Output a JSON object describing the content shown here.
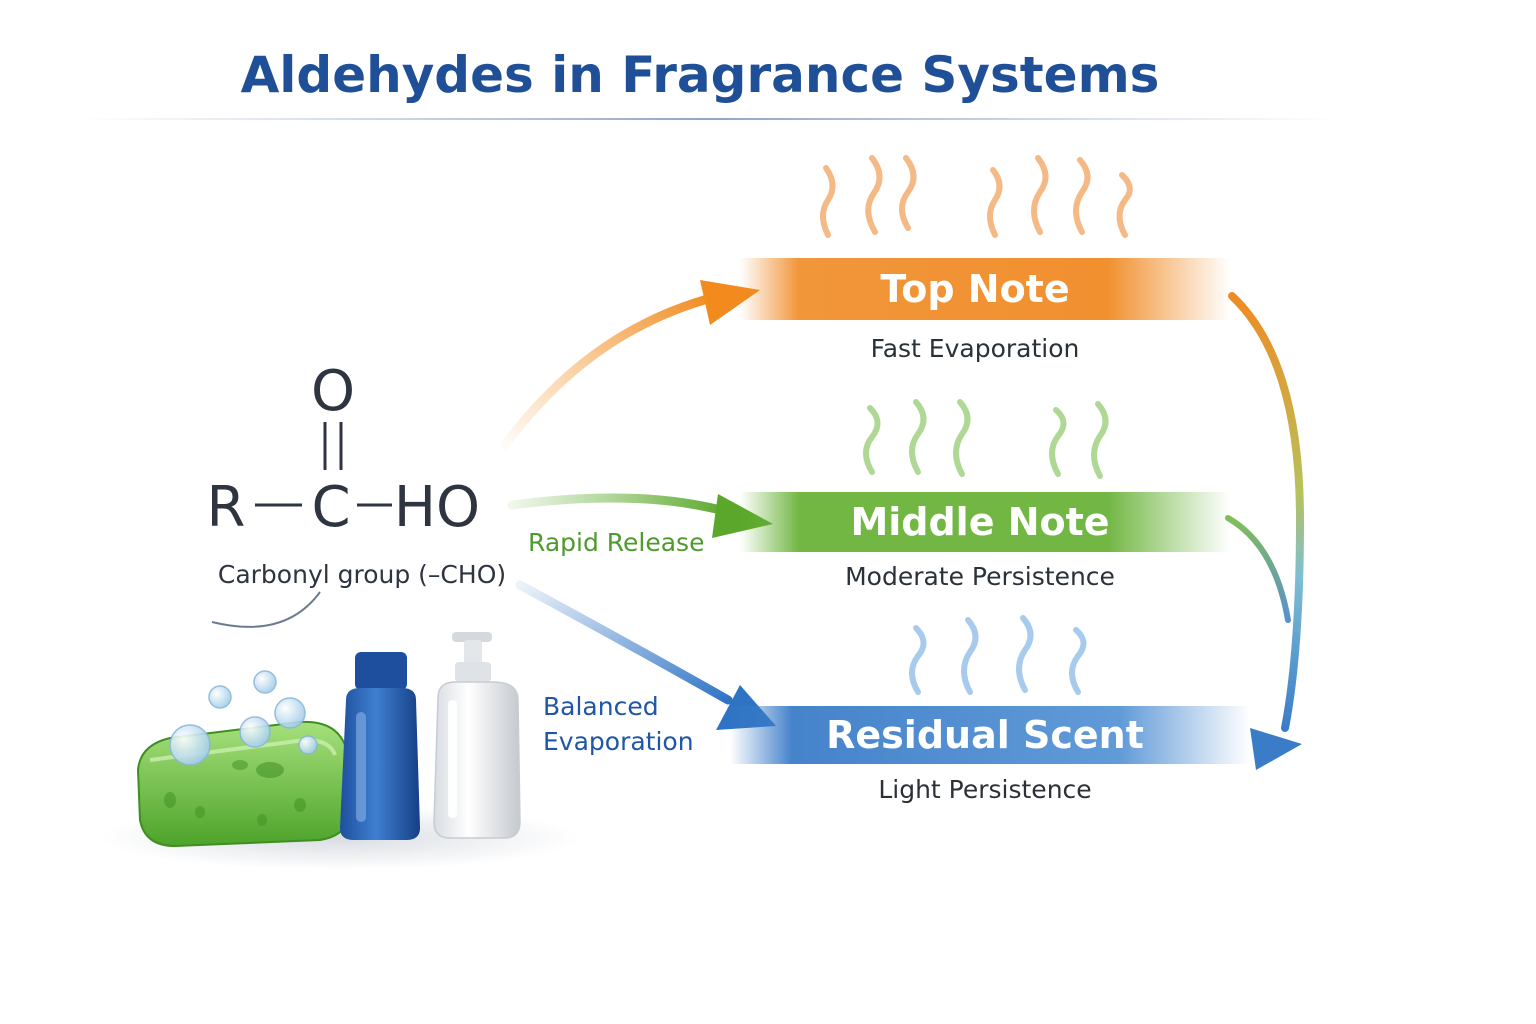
{
  "title": "Aldehydes in Fragrance Systems",
  "molecule": {
    "oxygen": "O",
    "r_group": "R",
    "carbon": "C",
    "ho_group": "HO",
    "caption": "Carbonyl group (–CHO)"
  },
  "flows": [
    {
      "label": "Rapid Release",
      "color": "#4e9a2d"
    },
    {
      "label_line1": "Balanced",
      "label_line2": "Evaporation",
      "color": "#1f56a6"
    }
  ],
  "notes": [
    {
      "label": "Top Note",
      "sub": "Fast Evaporation",
      "color": "#f08a24",
      "vapor_color": "#f4b27a"
    },
    {
      "label": "Middle Note",
      "sub": "Moderate Persistence",
      "color": "#6bb33a",
      "vapor_color": "#a7d48a"
    },
    {
      "label": "Residual Scent",
      "sub": "Light Persistence",
      "color": "#3b7cc8",
      "vapor_color": "#9fc6ec"
    }
  ],
  "colors": {
    "title": "#1f4f97",
    "orange": "#f08a24",
    "green": "#6bb33a",
    "blue": "#3b7cc8"
  },
  "icons": [
    "soap-bar-icon",
    "blue-bottle-icon",
    "pump-bottle-icon",
    "bubble-icon",
    "vapor-wave-icon",
    "curved-arrow-icon"
  ]
}
